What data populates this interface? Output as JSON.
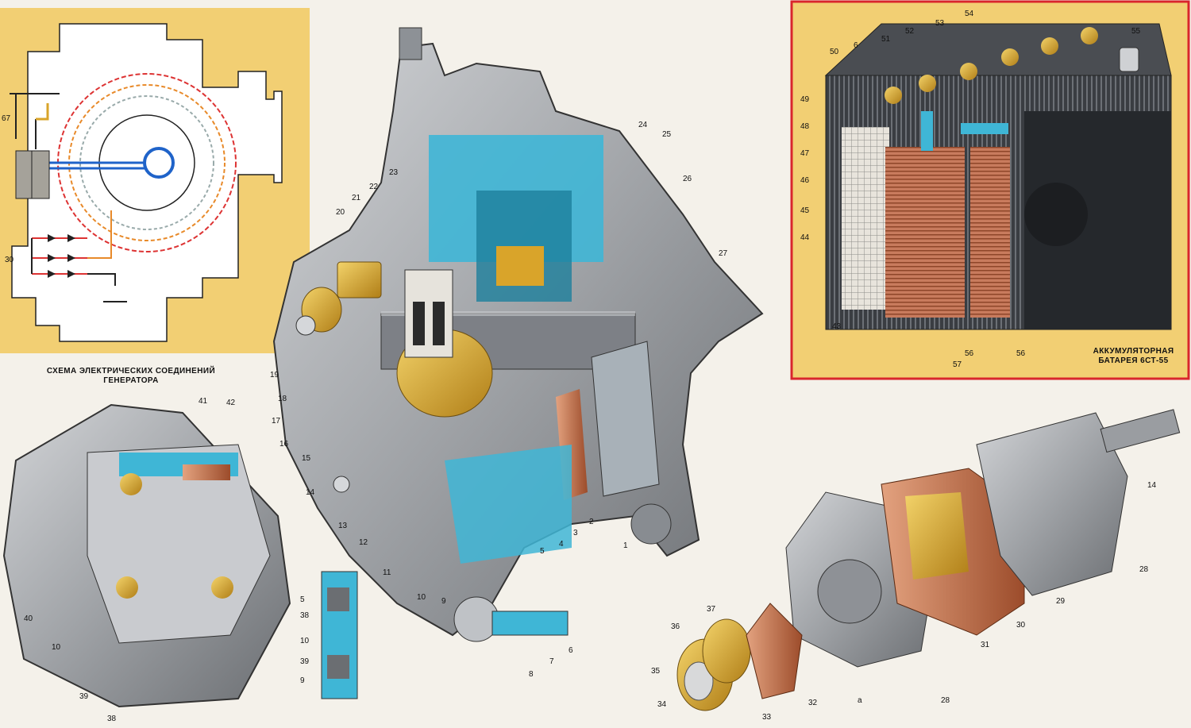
{
  "schema_caption": [
    "СХЕМА ЭЛЕКТРИЧЕСКИХ СОЕДИНЕНИЙ",
    "ГЕНЕРАТОРА"
  ],
  "battery_caption": [
    "АККУМУЛЯТОРНАЯ",
    "БАТАРЕЯ 6СТ-55"
  ],
  "schema_terminals": [
    "67",
    "30"
  ],
  "labels_generator": [
    "1",
    "2",
    "3",
    "4",
    "5",
    "9",
    "10",
    "11",
    "12",
    "13",
    "14",
    "15",
    "16",
    "17",
    "18",
    "19",
    "20",
    "21",
    "22",
    "23",
    "24",
    "25",
    "26",
    "27"
  ],
  "labels_cover": [
    "41",
    "42",
    "5",
    "38",
    "10",
    "39",
    "9",
    "40",
    "10",
    "39",
    "38"
  ],
  "labels_section": [
    "6",
    "7",
    "8"
  ],
  "labels_battery": [
    "49",
    "50",
    "6",
    "51",
    "52",
    "53",
    "54",
    "55",
    "48",
    "47",
    "46",
    "45",
    "44",
    "43",
    "57",
    "56",
    "56"
  ],
  "labels_rotor": [
    "14",
    "28",
    "29",
    "30",
    "31",
    "28",
    "a"
  ],
  "labels_bearing": [
    "37",
    "36",
    "35",
    "34",
    "33",
    "32"
  ],
  "colors": {
    "panel_yellow": "#f2cf73",
    "battery_frame": "#d9262c",
    "coolant_blue": "#3fb6d6",
    "copper": "#c8704a",
    "brass": "#d9a42a",
    "steel": "#a7a9ad"
  }
}
